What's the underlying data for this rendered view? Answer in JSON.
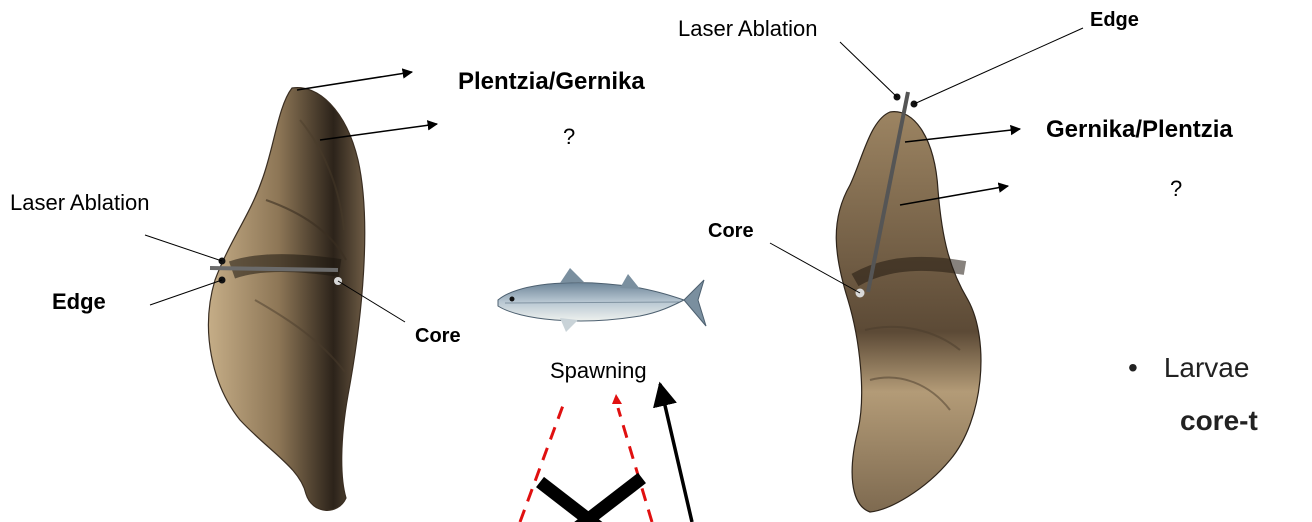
{
  "left_otolith": {
    "laser_label": "Laser Ablation",
    "edge_label": "Edge",
    "core_label": "Core"
  },
  "right_otolith": {
    "laser_label": "Laser Ablation",
    "edge_label": "Edge",
    "core_label": "Core"
  },
  "left_location": {
    "name": "Plentzia/Gernika",
    "question": "?"
  },
  "right_location": {
    "name": "Gernika/Plentzia",
    "question": "?"
  },
  "center": {
    "spawning_label": "Spawning"
  },
  "bullet": {
    "text": "Larvae",
    "bold_text": "core-t"
  },
  "colors": {
    "arrow": "#000000",
    "dashed": "#e01010",
    "otolith": "#a88f6c",
    "fish": "#8fa6b8"
  }
}
